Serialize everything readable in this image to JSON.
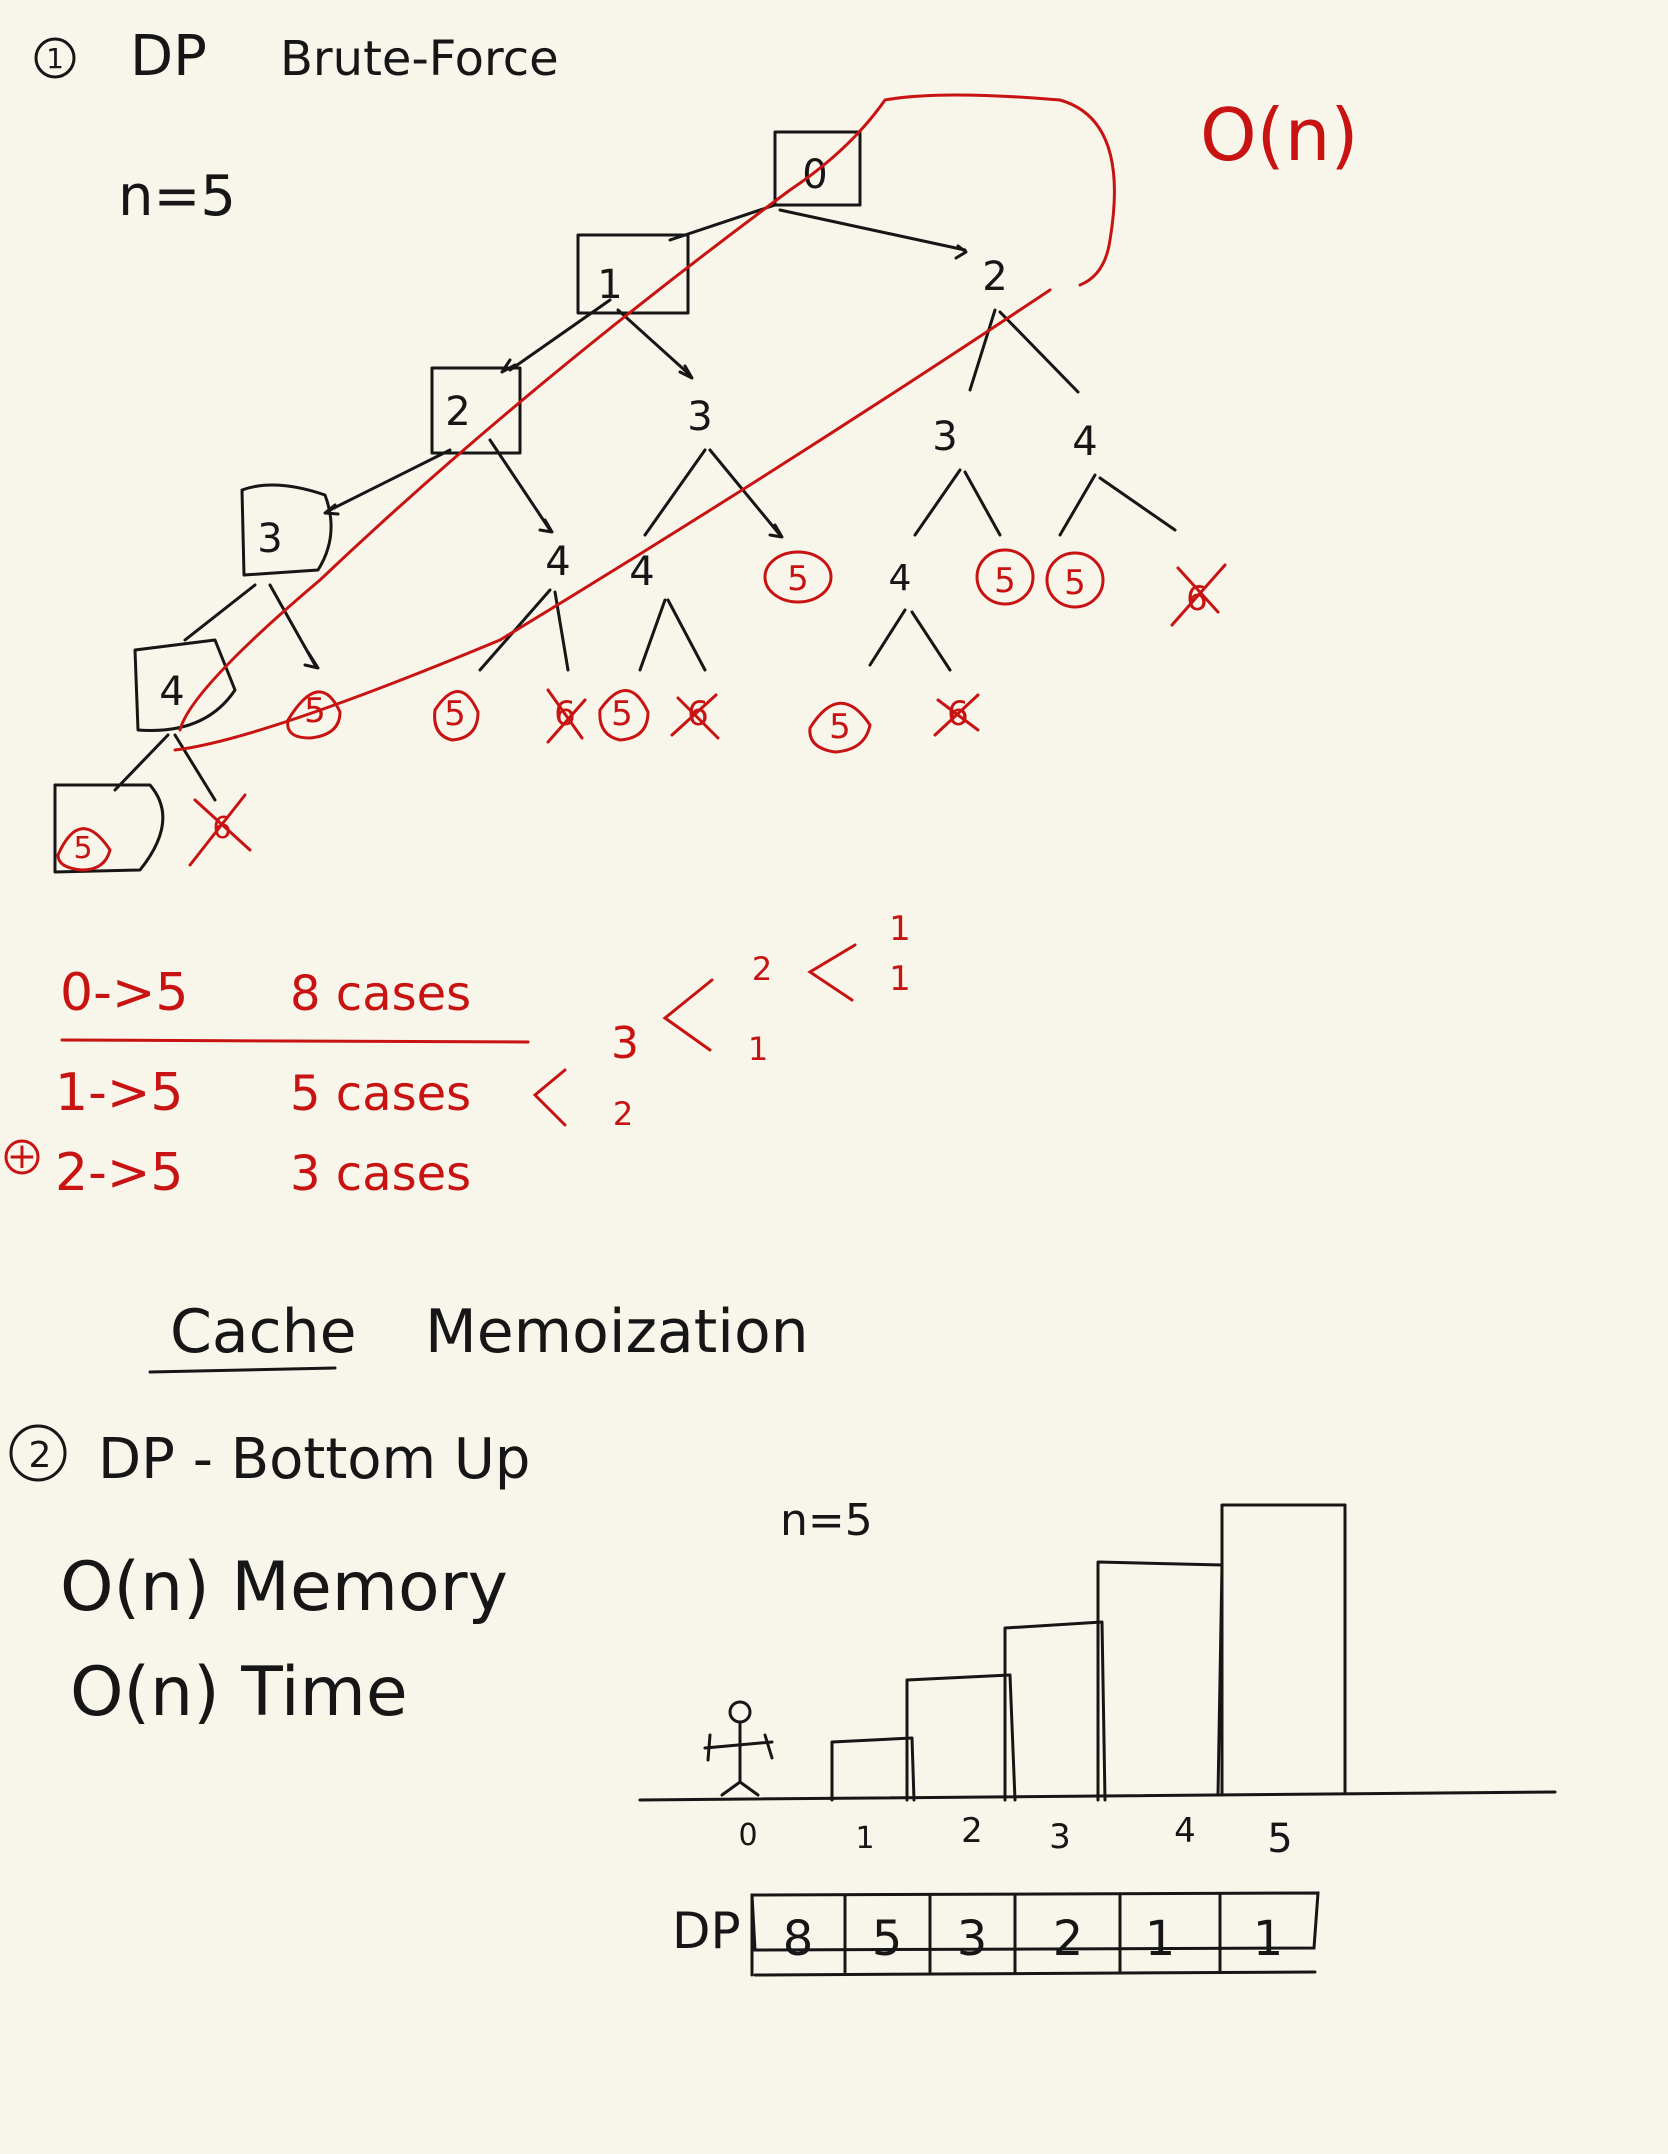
{
  "colors": {
    "ink": "#161616",
    "red": "#c81313",
    "paper": "#f8f5ea"
  },
  "section1": {
    "number": "1",
    "title": "DP",
    "subtitle": "Brute-Force",
    "n_label": "n=5",
    "complexity": "O(n)",
    "tree": {
      "root": "0",
      "level1": [
        "1",
        "2"
      ],
      "level2": [
        "2",
        "3",
        "3",
        "4"
      ],
      "level3": [
        "3",
        "4",
        "4",
        "5",
        "4",
        "5",
        "5",
        "6"
      ],
      "level4": [
        "4",
        "5",
        "5",
        "6",
        "5",
        "6",
        "5",
        "6"
      ],
      "level5": [
        "5",
        "6"
      ]
    },
    "cases": [
      {
        "from": "0->5",
        "count": "8 cases"
      },
      {
        "from": "1->5",
        "count": "5 cases"
      },
      {
        "from": "2->5",
        "count": "3 cases"
      }
    ],
    "plus_sign": "+",
    "split_tree": {
      "top": "3",
      "bottom": "2",
      "mid": "2",
      "mid_low": "1",
      "top_a": "1",
      "top_b": "1"
    }
  },
  "memo": {
    "cache": "Cache",
    "memoization": "Memoization"
  },
  "section2": {
    "number": "2",
    "title": "DP - Bottom Up",
    "memory": "O(n) Memory",
    "time": "O(n) Time",
    "n_label": "n=5",
    "axis_labels": [
      "0",
      "1",
      "2",
      "3",
      "4",
      "5"
    ],
    "dp_label": "DP",
    "dp_values": [
      "8",
      "5",
      "3",
      "2",
      "1",
      "1"
    ]
  }
}
